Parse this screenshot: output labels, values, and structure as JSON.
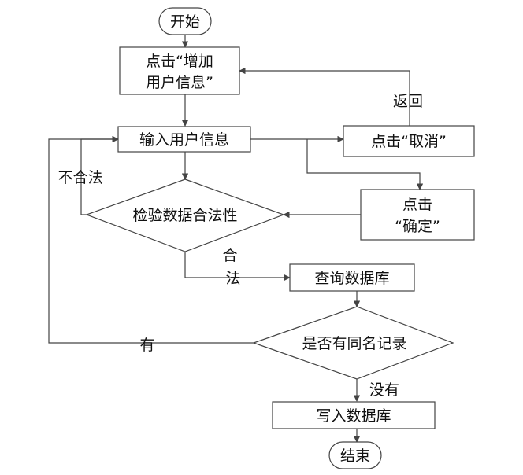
{
  "flowchart": {
    "start": "开始",
    "click_add_line1": "点击“增加",
    "click_add_line2": "用户信息”",
    "input_info": "输入用户信息",
    "validate": "检验数据合法性",
    "query_db": "查询数据库",
    "same_name": "是否有同名记录",
    "write_db": "写入数据库",
    "end": "结束",
    "click_cancel": "点击“取消”",
    "click_ok_line1": "点击",
    "click_ok_line2": "“确定”"
  },
  "edge_labels": {
    "return": "返回",
    "illegal": "不合法",
    "legal_1": "合",
    "legal_2": "法",
    "has": "有",
    "none": "没有"
  },
  "colors": {
    "stroke": "#444444",
    "text": "#111111",
    "background": "#ffffff"
  }
}
